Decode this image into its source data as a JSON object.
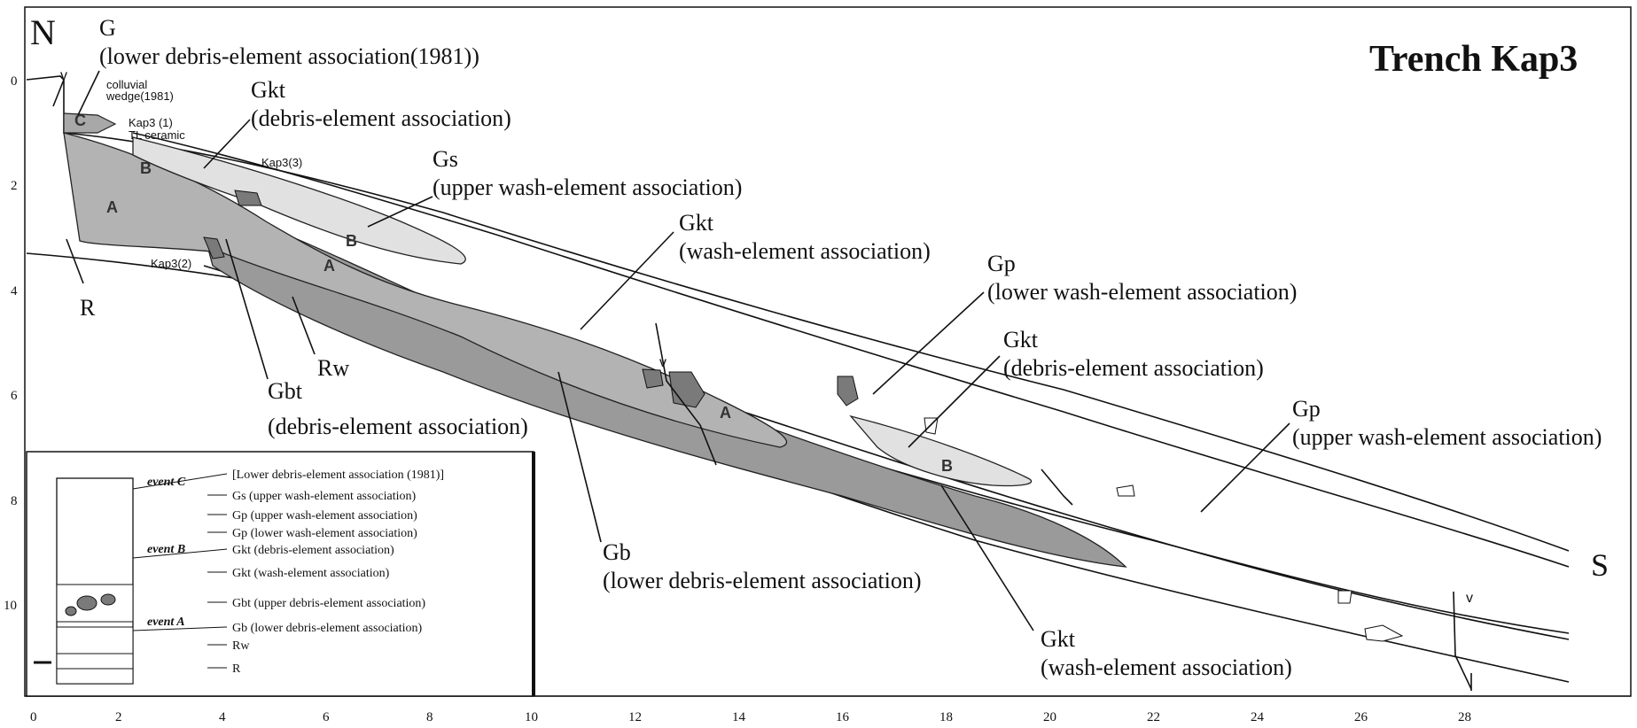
{
  "title": "Trench Kap3",
  "orientation": {
    "left": "N",
    "right": "S"
  },
  "x_ticks": [
    "0",
    "2",
    "4",
    "6",
    "8",
    "10",
    "12",
    "14",
    "16",
    "18",
    "20",
    "22",
    "24",
    "26",
    "28"
  ],
  "y_ticks": [
    "0",
    "2",
    "4",
    "6",
    "8",
    "10"
  ],
  "labels": {
    "g_code": "G",
    "g_desc": "(lower debris-element association(1981))",
    "colluvial": "colluvial",
    "wedge": "wedge(1981)",
    "kap3_1": "Kap3 (1)",
    "tl_ceramic": "TL ceramic",
    "kap3_3": "Kap3(3)",
    "kap3_2": "Kap3(2)",
    "gkt1_code": "Gkt",
    "gkt1_desc": "(debris-element association)",
    "gs_code": "Gs",
    "gs_desc": "(upper wash-element association)",
    "gkt2_code": "Gkt",
    "gkt2_desc": "(wash-element association)",
    "gp1_code": "Gp",
    "gp1_desc": "(lower wash-element association)",
    "gkt3_code": "Gkt",
    "gkt3_desc": "(debris-element association)",
    "gp2_code": "Gp",
    "gp2_desc": "(upper wash-element association)",
    "gb_code": "Gb",
    "gb_desc": "(lower debris-element association)",
    "gkt4_code": "Gkt",
    "gkt4_desc": "(wash-element association)",
    "gbt_code": "Gbt",
    "gbt_desc": "(debris-element association)",
    "rw": "Rw",
    "r": "R"
  },
  "units": {
    "a1": "A",
    "a2": "A",
    "a3": "A",
    "b1": "B",
    "b2": "B",
    "b3": "B",
    "c": "C",
    "v1": "v",
    "v2": "v",
    "v3": "v"
  },
  "legend": {
    "events": [
      "event C",
      "event B",
      "event A"
    ],
    "items": [
      "[Lower debris-element association (1981)]",
      "Gs (upper wash-element association)",
      "Gp (upper wash-element association)",
      "Gp (lower wash-element association)",
      "Gkt (debris-element association)",
      "Gkt (wash-element association)",
      "Gbt (upper debris-element association)",
      "Gb (lower debris-element association)",
      "Rw",
      "R"
    ]
  }
}
